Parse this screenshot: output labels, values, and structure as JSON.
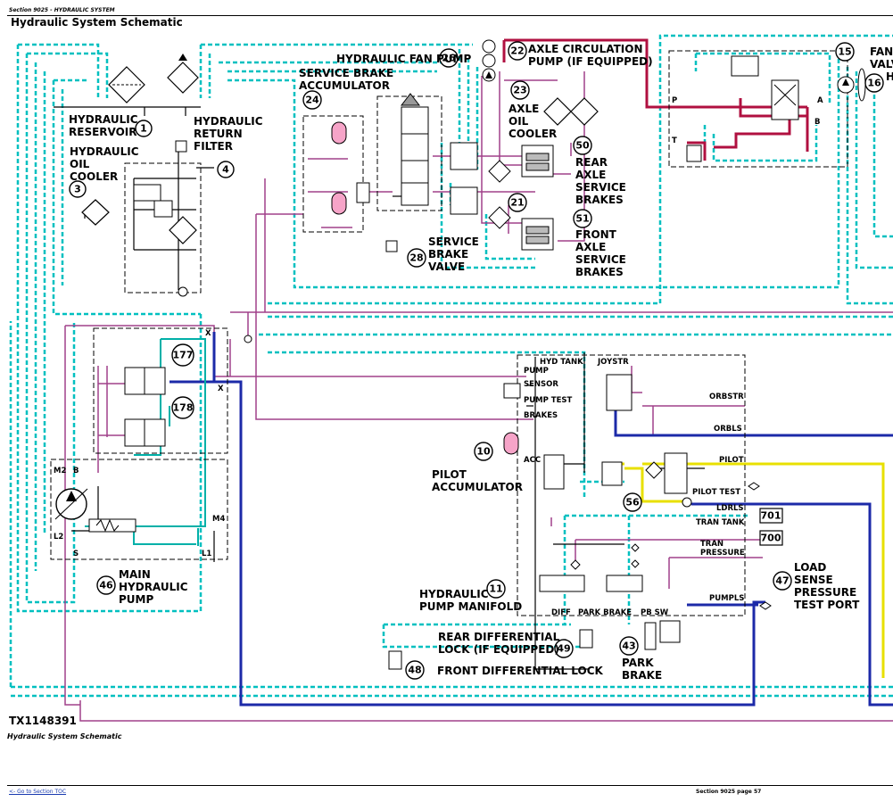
{
  "header": {
    "section_title": "Section 9025 - HYDRAULIC SYSTEM",
    "page_title": "Hydraulic System Schematic"
  },
  "figure": {
    "id": "TX1148391",
    "caption": "Hydraulic System Schematic"
  },
  "footer": {
    "toc_link": "<- Go to Section TOC",
    "page_label": "Section 9025 page 57"
  },
  "components": {
    "c1": {
      "num": "1",
      "lines": [
        "HYDRAULIC",
        "RESERVOIR"
      ]
    },
    "c3": {
      "num": "3",
      "lines": [
        "HYDRAULIC",
        "OIL",
        "COOLER"
      ]
    },
    "c4": {
      "num": "4"
    },
    "return_filter": {
      "lines": [
        "HYDRAULIC",
        "RETURN",
        "FILTER"
      ]
    },
    "c10": {
      "num": "10",
      "lines": [
        "PILOT",
        "ACCUMULATOR"
      ]
    },
    "c11": {
      "num": "11",
      "lines": [
        "HYDRAULIC",
        "PUMP MANIFOLD"
      ]
    },
    "c15": {
      "num": "15",
      "lines": [
        "FAN",
        "VALV"
      ]
    },
    "c16": {
      "num": "16",
      "suffix": "H"
    },
    "c21": {
      "num": "21"
    },
    "c22": {
      "num": "22",
      "lines": [
        "AXLE CIRCULATION",
        "PUMP (IF EQUIPPED)"
      ]
    },
    "c23": {
      "num": "23",
      "lines": [
        "AXLE",
        "OIL",
        "COOLER"
      ]
    },
    "c24": {
      "num": "24",
      "lines": [
        "SERVICE BRAKE",
        "ACCUMULATOR"
      ]
    },
    "c26": {
      "num": "26",
      "lines": [
        "HYDRAULIC FAN PUMP"
      ]
    },
    "c28": {
      "num": "28",
      "lines": [
        "SERVICE",
        "BRAKE",
        "VALVE"
      ]
    },
    "c43": {
      "num": "43",
      "lines": [
        "PARK",
        "BRAKE"
      ]
    },
    "c46": {
      "num": "46",
      "lines": [
        "MAIN",
        "HYDRAULIC",
        "PUMP"
      ]
    },
    "c47": {
      "num": "47",
      "lines": [
        "LOAD",
        "SENSE",
        "PRESSURE",
        "TEST PORT"
      ]
    },
    "c48": {
      "num": "48",
      "lines": [
        "FRONT DIFFERENTIAL LOCK"
      ]
    },
    "c49": {
      "num": "49",
      "lines": [
        "REAR DIFFERENTIAL",
        "LOCK (IF EQUIPPED)"
      ]
    },
    "c50": {
      "num": "50",
      "lines": [
        "REAR",
        "AXLE",
        "SERVICE",
        "BRAKES"
      ]
    },
    "c51": {
      "num": "51",
      "lines": [
        "FRONT",
        "AXLE",
        "SERVICE",
        "BRAKES"
      ]
    },
    "c56": {
      "num": "56"
    },
    "c177": {
      "num": "177"
    },
    "c178": {
      "num": "178"
    },
    "c700": {
      "num": "700"
    },
    "c701": {
      "num": "701"
    }
  },
  "ports": {
    "manifold": [
      "HYD TANK",
      "PUMP",
      "SENSOR",
      "PUMP TEST",
      "BRAKES",
      "ACC",
      "JOYSTR",
      "ORBSTR",
      "ORBLS",
      "PILOT",
      "PILOT TEST",
      "LDRLS",
      "TRAN TANK",
      "TRAN",
      "PRESSURE",
      "PUMPLS",
      "DIFF",
      "PARK BRAKE",
      "PB SW"
    ],
    "pump": [
      "M2",
      "B",
      "M4",
      "L2",
      "S",
      "L1",
      "X",
      "X"
    ],
    "fan_valve": [
      "P",
      "T",
      "A",
      "B"
    ]
  },
  "legend_colors": {
    "return_drain": "#00c0c0",
    "pilot_control": "#a0408a",
    "fan_pressure": "#b01040",
    "load_sense": "#1c2aa8",
    "pilot_pressure": "#e8e000"
  }
}
